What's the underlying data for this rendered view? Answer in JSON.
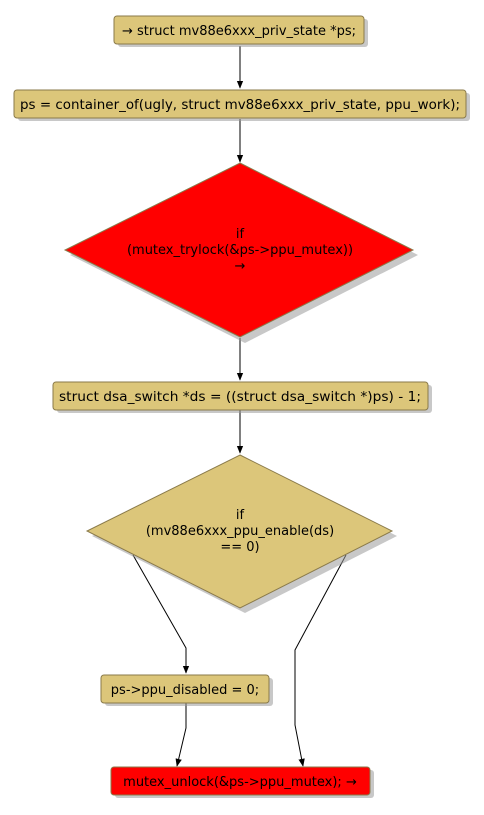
{
  "colors": {
    "action_fill": "#dcc67a",
    "highlight_fill": "#ff0000",
    "decision_fill": "#dcc67a",
    "edge": "#000000"
  },
  "nodes": {
    "start": {
      "label": "→ struct mv88e6xxx_priv_state *ps;"
    },
    "assign_ps": {
      "label": "ps = container_of(ugly, struct mv88e6xxx_priv_state, ppu_work);"
    },
    "if_trylock": {
      "line1": "if",
      "line2": "(mutex_trylock(&ps->ppu_mutex))",
      "line3": "→"
    },
    "assign_ds": {
      "label": "struct dsa_switch *ds = ((struct dsa_switch *)ps) - 1;"
    },
    "if_enable": {
      "line1": "if",
      "line2": "(mv88e6xxx_ppu_enable(ds)",
      "line3": "== 0)"
    },
    "set_disabled": {
      "label": "ps->ppu_disabled = 0;"
    },
    "unlock": {
      "label": "mutex_unlock(&ps->ppu_mutex); →"
    }
  }
}
